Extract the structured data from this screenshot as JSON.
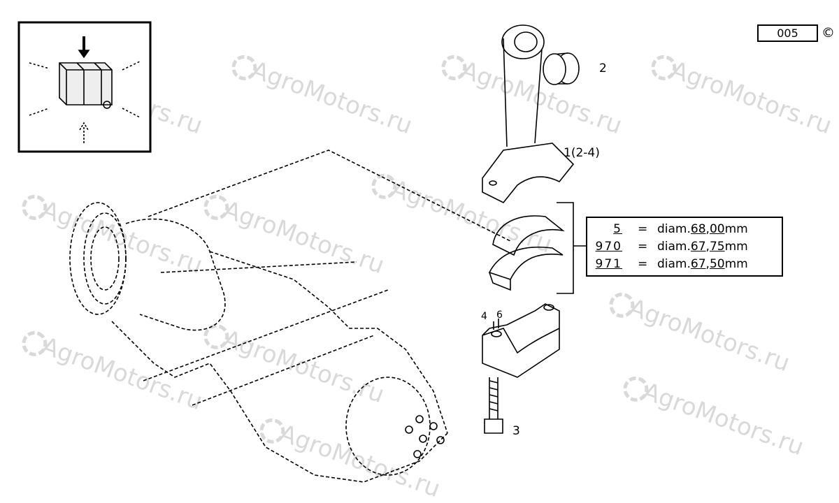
{
  "watermark": "AgroMotors.ru",
  "page_number": "005",
  "copyright_symbol": "©",
  "callouts": {
    "part_1": "1(2-4)",
    "part_2": "2",
    "part_3": "3",
    "part_4": "4",
    "part_6": "6"
  },
  "bearing_table": [
    {
      "code": "5",
      "eq": "=",
      "prefix": "diam.",
      "int": "68",
      "sep": ",",
      "dec": "00",
      "unit": "mm"
    },
    {
      "code": "970",
      "eq": "=",
      "prefix": "diam.",
      "int": "67",
      "sep": ",",
      "dec": "75",
      "unit": "mm"
    },
    {
      "code": "971",
      "eq": "=",
      "prefix": "diam.",
      "int": "67",
      "sep": ",",
      "dec": "50",
      "unit": "mm"
    }
  ]
}
